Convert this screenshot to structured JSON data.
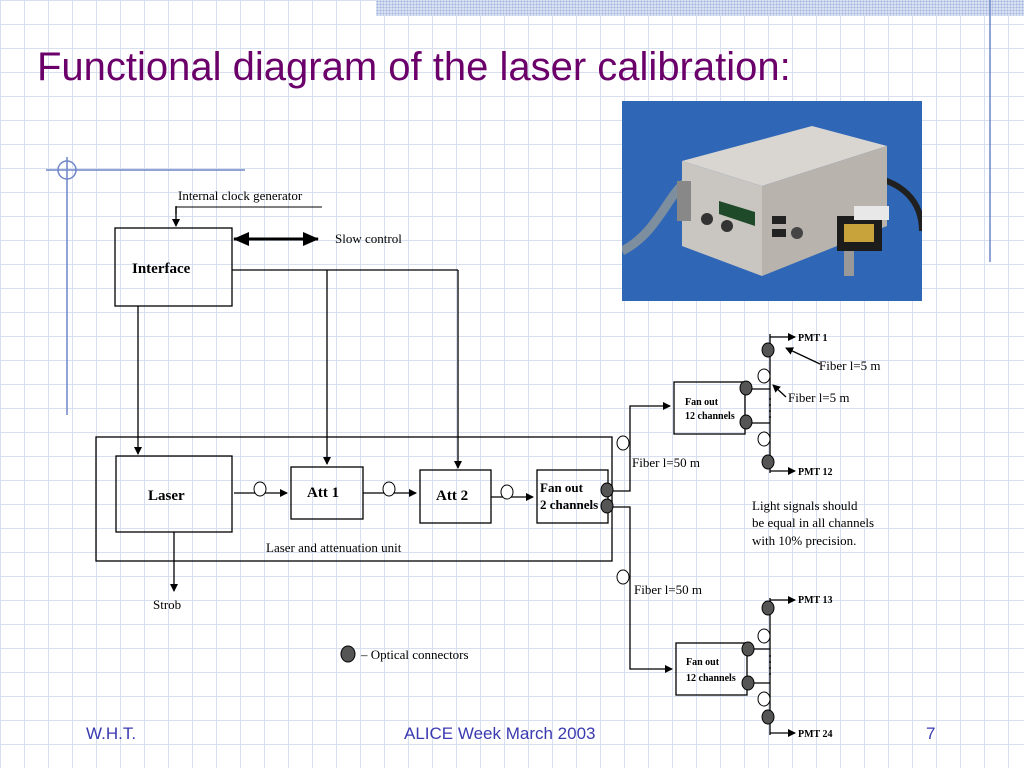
{
  "slide": {
    "title": "Functional diagram of the laser calibration:",
    "footer_left": "W.H.T.",
    "footer_center": "ALICE Week March 2003",
    "page_number": "7"
  },
  "diagram": {
    "internal_clock": "Internal clock generator",
    "slow_control": "Slow control",
    "interface": "Interface",
    "laser": "Laser",
    "att1": "Att 1",
    "att2": "Att 2",
    "fanout2_line1": "Fan out",
    "fanout2_line2": "2 channels",
    "unit_label": "Laser and attenuation unit",
    "strob": "Strob",
    "fiber_50_a": "Fiber l=50 m",
    "fiber_50_b": "Fiber l=50 m",
    "fiber_5_a": "Fiber l=5 m",
    "fiber_5_b": "Fiber l=5 m",
    "fanout12_line1": "Fan out",
    "fanout12_line2": "12 channels",
    "pmt1": "PMT 1",
    "pmt12": "PMT 12",
    "pmt13": "PMT 13",
    "pmt24": "PMT 24",
    "note_line1": "Light signals should",
    "note_line2": "be equal in all channels",
    "note_line3": "with 10% precision.",
    "legend": "– Optical connectors"
  },
  "colors": {
    "title": "#6b006b",
    "footer": "#3a3ab0",
    "photo_background": "#2f67b6",
    "connector": "#555555"
  }
}
